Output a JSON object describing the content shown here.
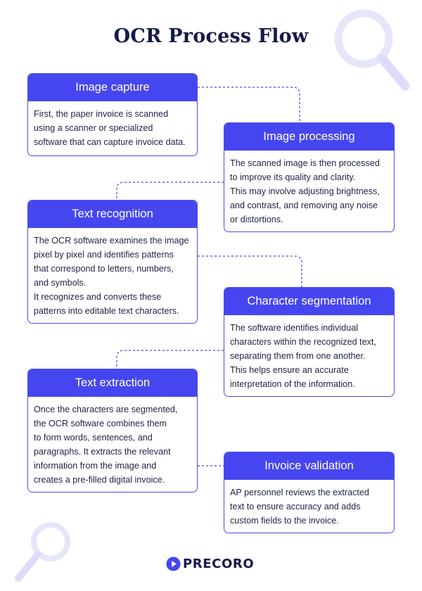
{
  "title": "OCR Process Flow",
  "steps": [
    {
      "title": "Image capture",
      "lines": [
        "First, the paper invoice is scanned",
        "using a scanner or specialized",
        "software that can capture invoice data."
      ]
    },
    {
      "title": "Image processing",
      "lines": [
        "The scanned image is then processed",
        "to improve its quality and clarity.",
        "This may involve adjusting brightness,",
        "and contrast, and removing any noise",
        "or distortions."
      ]
    },
    {
      "title": "Text recognition",
      "lines": [
        "The OCR software examines the image",
        "pixel by pixel and identifies patterns",
        "that correspond to letters, numbers,",
        "and symbols.",
        "It recognizes and converts these",
        "patterns into editable text characters."
      ]
    },
    {
      "title": "Character segmentation",
      "lines": [
        "The software identifies individual",
        "characters within the recognized text,",
        "separating them from one another.",
        "This helps ensure an accurate",
        "interpretation of the information."
      ]
    },
    {
      "title": "Text extraction",
      "lines": [
        "Once the characters are segmented,",
        "the OCR software combines them",
        "to form words, sentences, and",
        "paragraphs. It extracts the relevant",
        "information from the image and",
        "creates a pre-filled digital invoice."
      ]
    },
    {
      "title": "Invoice validation",
      "lines": [
        "AP personnel reviews the extracted",
        "text to ensure accuracy and adds",
        "custom fields to the invoice."
      ]
    }
  ],
  "logo": {
    "text": "PRECORO"
  },
  "colors": {
    "accent": "#4646f0",
    "title": "#141a4b",
    "decoration": "#e3e3fb"
  },
  "icons": {
    "magnifier": "magnifier-icon",
    "logo_mark": "play-arrow-icon"
  }
}
